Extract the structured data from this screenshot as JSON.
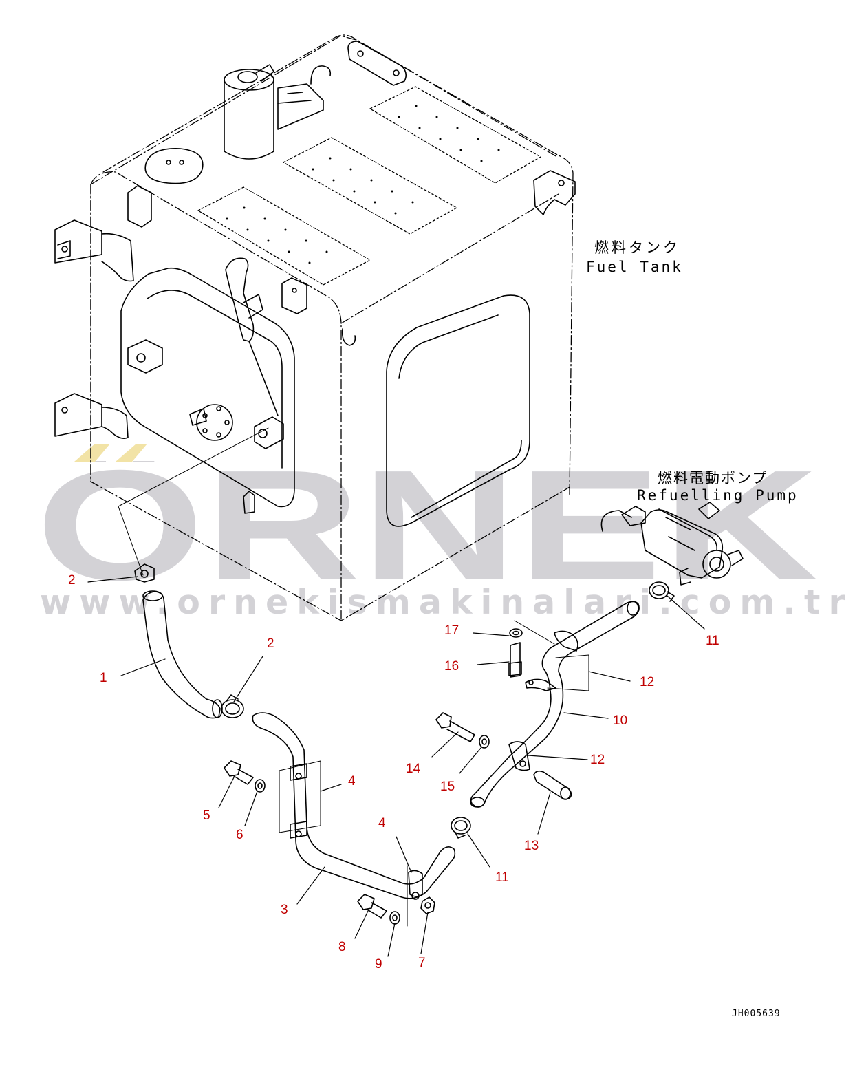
{
  "drawing_number": "JH005639",
  "captions": {
    "fuel_tank_jp": "燃料タンク",
    "fuel_tank_en": "Fuel Tank",
    "pump_jp": "燃料電動ポンプ",
    "pump_en": "Refuelling Pump"
  },
  "watermark": {
    "brand": "ÖRNEK",
    "url": "www.ornekismakinalari.com.tr",
    "color": "#c7c6cb",
    "accent": "#f2e3a6"
  },
  "part_labels": {
    "p1": "1",
    "p2a": "2",
    "p2b": "2",
    "p3": "3",
    "p4a": "4",
    "p4b": "4",
    "p5": "5",
    "p6": "6",
    "p7": "7",
    "p8": "8",
    "p9": "9",
    "p10": "10",
    "p11a": "11",
    "p11b": "11",
    "p12a": "12",
    "p12b": "12",
    "p13": "13",
    "p14": "14",
    "p15": "15",
    "p16": "16",
    "p17": "17"
  },
  "colors": {
    "label": "#c00000",
    "line": "#000000"
  }
}
